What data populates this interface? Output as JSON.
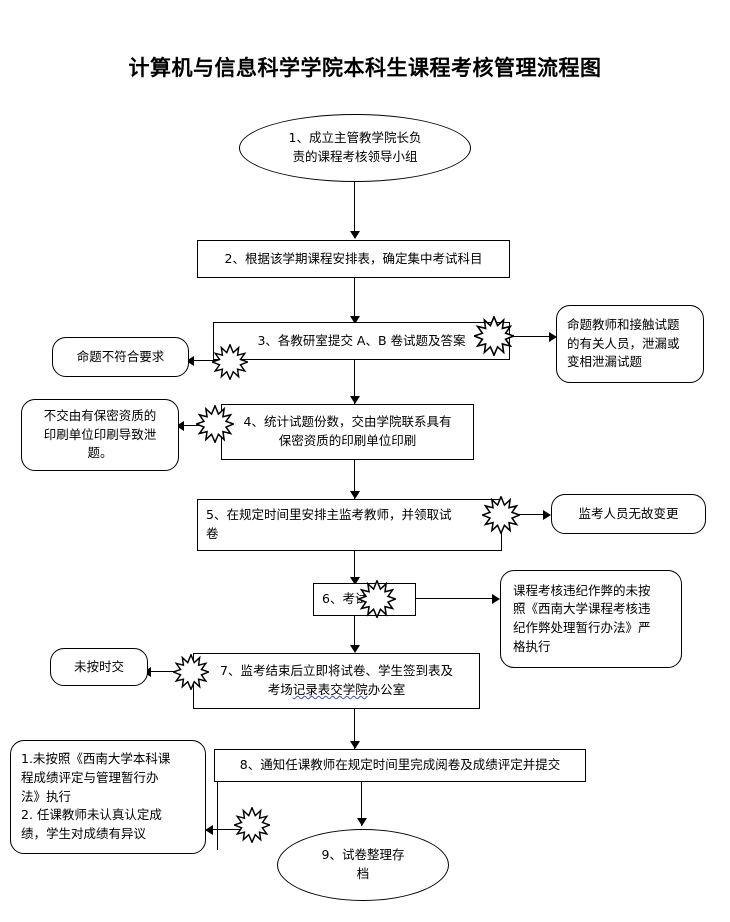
{
  "title": "计算机与信息科学学院本科生课程考核管理流程图",
  "nodes": {
    "n1": {
      "label": "1、成立主管教学院长负\n责的课程考核领导小组",
      "line1": "1、成立主管教学院长负",
      "line2": "责的课程考核领导小组",
      "shape": "ellipse"
    },
    "n2": {
      "label": "2、根据该学期课程安排表，确定集中考试科目",
      "shape": "rect"
    },
    "n3": {
      "label": "3、各教研室提交 A、B 卷试题及答案",
      "shape": "rect"
    },
    "n3_left": {
      "label": "命题不符合要求",
      "shape": "round"
    },
    "n3_right": {
      "line1": "命题教师和接触试题",
      "line2": "的有关人员，泄漏或",
      "line3": "变相泄漏试题",
      "shape": "round"
    },
    "n4": {
      "line1": "4、统计试题份数，交由学院联系具有",
      "line2": "保密资质的印刷单位印刷",
      "shape": "rect"
    },
    "n4_left": {
      "line1": "不交由有保密资质的",
      "line2": "印刷单位印刷导致泄",
      "line3": "题。",
      "shape": "round"
    },
    "n5": {
      "line1": "5、在规定时间里安排主监考教师，并领取试",
      "line2": "卷",
      "shape": "rect"
    },
    "n5_right": {
      "label": "监考人员无故变更",
      "shape": "round"
    },
    "n6": {
      "label": "6、考试",
      "shape": "rect"
    },
    "n6_right": {
      "line1": "课程考核违纪作弊的未按",
      "line2": "照《西南大学课程考核违",
      "line3": "纪作弊处理暂行办法》严",
      "line4": "格执行",
      "shape": "round"
    },
    "n7": {
      "line1": "7、监考结束后立即将试卷、学生签到表及",
      "line2a": "考场",
      "line2b": "记录表交学院",
      "line2c": "办公室",
      "shape": "rect"
    },
    "n7_left": {
      "label": "未按时交",
      "shape": "round"
    },
    "n8": {
      "label": "8、通知任课教师在规定时间里完成阅卷及成绩评定并提交",
      "shape": "rect"
    },
    "n8_left": {
      "line1": "1.未按照《西南大学本科课",
      "line2": "程成绩评定与管理暂行办",
      "line3": "法》执行",
      "line4": "2.  任课教师未认真认定成",
      "line5": "绩，学生对成绩有异议",
      "shape": "round"
    },
    "n9": {
      "line1": "9、试卷整理存",
      "line2": "档",
      "shape": "ellipse"
    }
  },
  "colors": {
    "stroke": "#000000",
    "background": "#ffffff",
    "spellcheck_underline": "#3a53c8"
  },
  "flow": {
    "main_sequence": [
      "n1",
      "n2",
      "n3",
      "n4",
      "n5",
      "n6",
      "n7",
      "n8",
      "n9"
    ],
    "exception_branches": [
      {
        "from": "n3",
        "to": "n3_left",
        "direction": "left"
      },
      {
        "from": "n3",
        "to": "n3_right",
        "direction": "right"
      },
      {
        "from": "n4",
        "to": "n4_left",
        "direction": "left"
      },
      {
        "from": "n5",
        "to": "n5_right",
        "direction": "right"
      },
      {
        "from": "n6",
        "to": "n6_right",
        "direction": "right"
      },
      {
        "from": "n7",
        "to": "n7_left",
        "direction": "left"
      },
      {
        "from": "n8",
        "to": "n8_left",
        "direction": "left"
      }
    ],
    "burst_count": 7
  }
}
